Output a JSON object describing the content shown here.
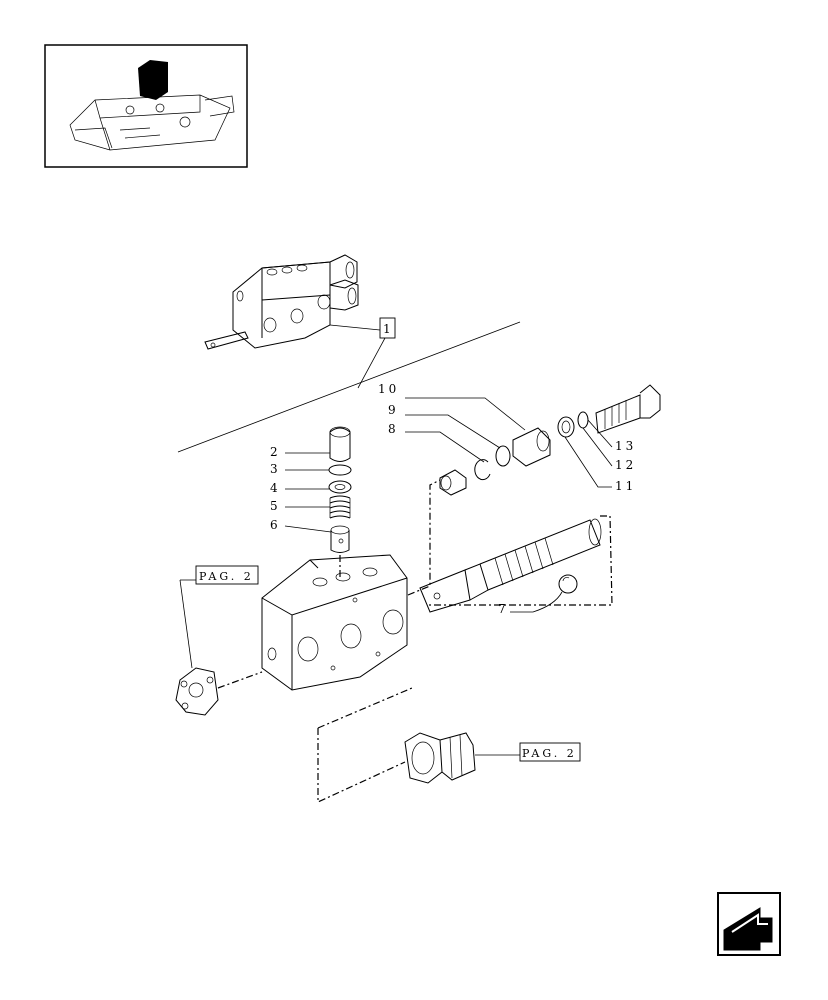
{
  "parts": {
    "p1": "1",
    "p2": "2",
    "p3": "3",
    "p4": "4",
    "p5": "5",
    "p6": "6",
    "p7": "7",
    "p8": "8",
    "p9": "9",
    "p10": "10",
    "p11": "11",
    "p12": "12",
    "p13": "13"
  },
  "references": {
    "left": "PAG. 2",
    "bottom": "PAG. 2"
  },
  "icons": {
    "thumbnail": "tractor-hydraulic-lift-thumbnail",
    "navigation": "next-page-arrow-icon"
  }
}
